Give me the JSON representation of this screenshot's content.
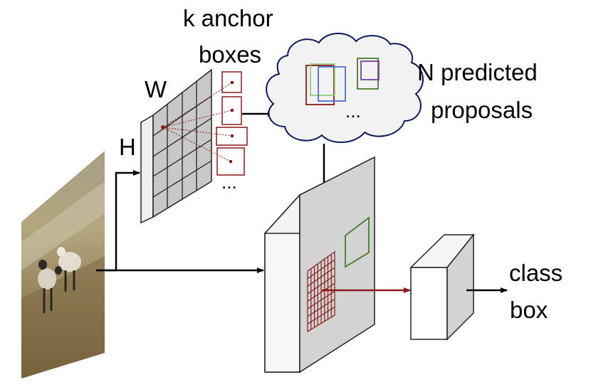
{
  "labels": {
    "k_anchor": "k anchor",
    "boxes": "boxes",
    "w": "W",
    "h": "H",
    "n_predicted": "N predicted",
    "proposals": "proposals",
    "anchor_ellipsis": "...",
    "cloud_ellipsis": "...",
    "class": "class",
    "box": "box"
  },
  "colors": {
    "dark_red": "#8b1a1a",
    "arrow": "#000000",
    "face_light": "#f4f4f4",
    "face_gray": "#d3d3d3",
    "green": "#4a7a2f"
  }
}
